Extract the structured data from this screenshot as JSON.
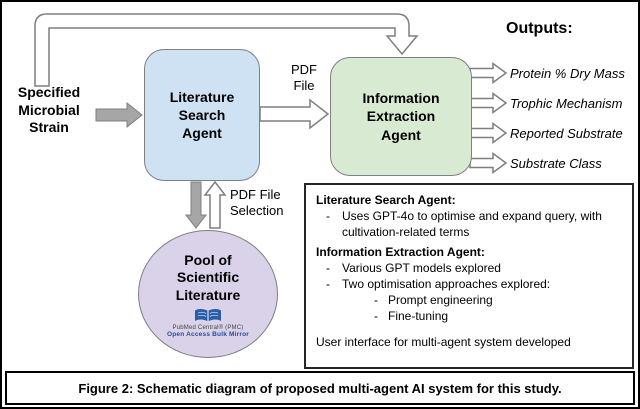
{
  "figure": {
    "caption": "Figure 2: Schematic diagram of proposed multi-agent AI system for this study."
  },
  "diagram": {
    "input_label": "Specified\nMicrobial\nStrain",
    "literature_agent_label": "Literature\nSearch\nAgent",
    "extraction_agent_label": "Information\nExtraction\nAgent",
    "pdf_file_label": "PDF\nFile",
    "pdf_selection_label": "PDF File\nSelection",
    "pool_label": "Pool of\nScientific\nLiterature",
    "pool_logo": {
      "icon": "open-book-icon",
      "line1": "PubMed Central® (PMC)",
      "line2": "Open Access Bulk Mirror"
    },
    "outputs": {
      "title": "Outputs:",
      "items": [
        "Protein % Dry Mass",
        "Trophic Mechanism",
        "Reported Substrate",
        "Substrate Class"
      ]
    },
    "notes_panel": {
      "bullet_marker": "-",
      "heading1": "Literature Search Agent:",
      "bullet1": "Uses GPT-4o to optimise and expand query, with cultivation-related terms",
      "heading2": "Information Extraction Agent:",
      "bullet2": "Various GPT models explored",
      "bullet3": "Two optimisation approaches explored:",
      "sub_bullet1": "Prompt engineering",
      "sub_bullet2": "Fine-tuning",
      "footer": "User interface for multi-agent system developed"
    },
    "colors": {
      "literature_box": "#cfe2f3",
      "extraction_box": "#d9ead3",
      "pool_ellipse": "#d9d2e9",
      "arrow_gray": "#a6a6a6",
      "arrow_outline": "#7f7f7f"
    }
  }
}
